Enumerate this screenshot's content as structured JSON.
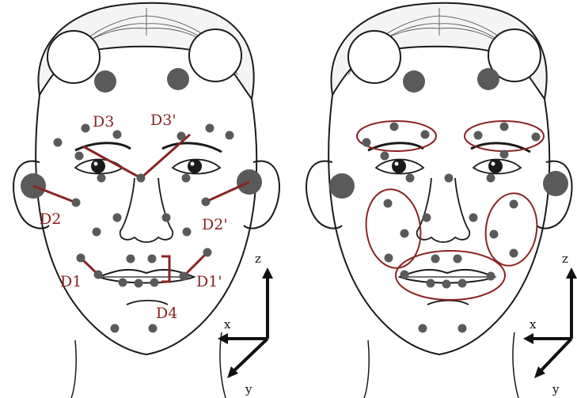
{
  "colors": {
    "marker": "#5a5a5a",
    "annotation": "#8b2323",
    "sketch": "#1a1a1a",
    "axis": "#111111"
  },
  "left_panel": {
    "distance_labels": {
      "d1": "D1",
      "d1_prime": "D1'",
      "d2": "D2",
      "d2_prime": "D2'",
      "d3": "D3",
      "d3_prime": "D3'",
      "d4": "D4"
    }
  },
  "axes": {
    "x_label": "x",
    "y_label": "y",
    "z_label": "z"
  }
}
